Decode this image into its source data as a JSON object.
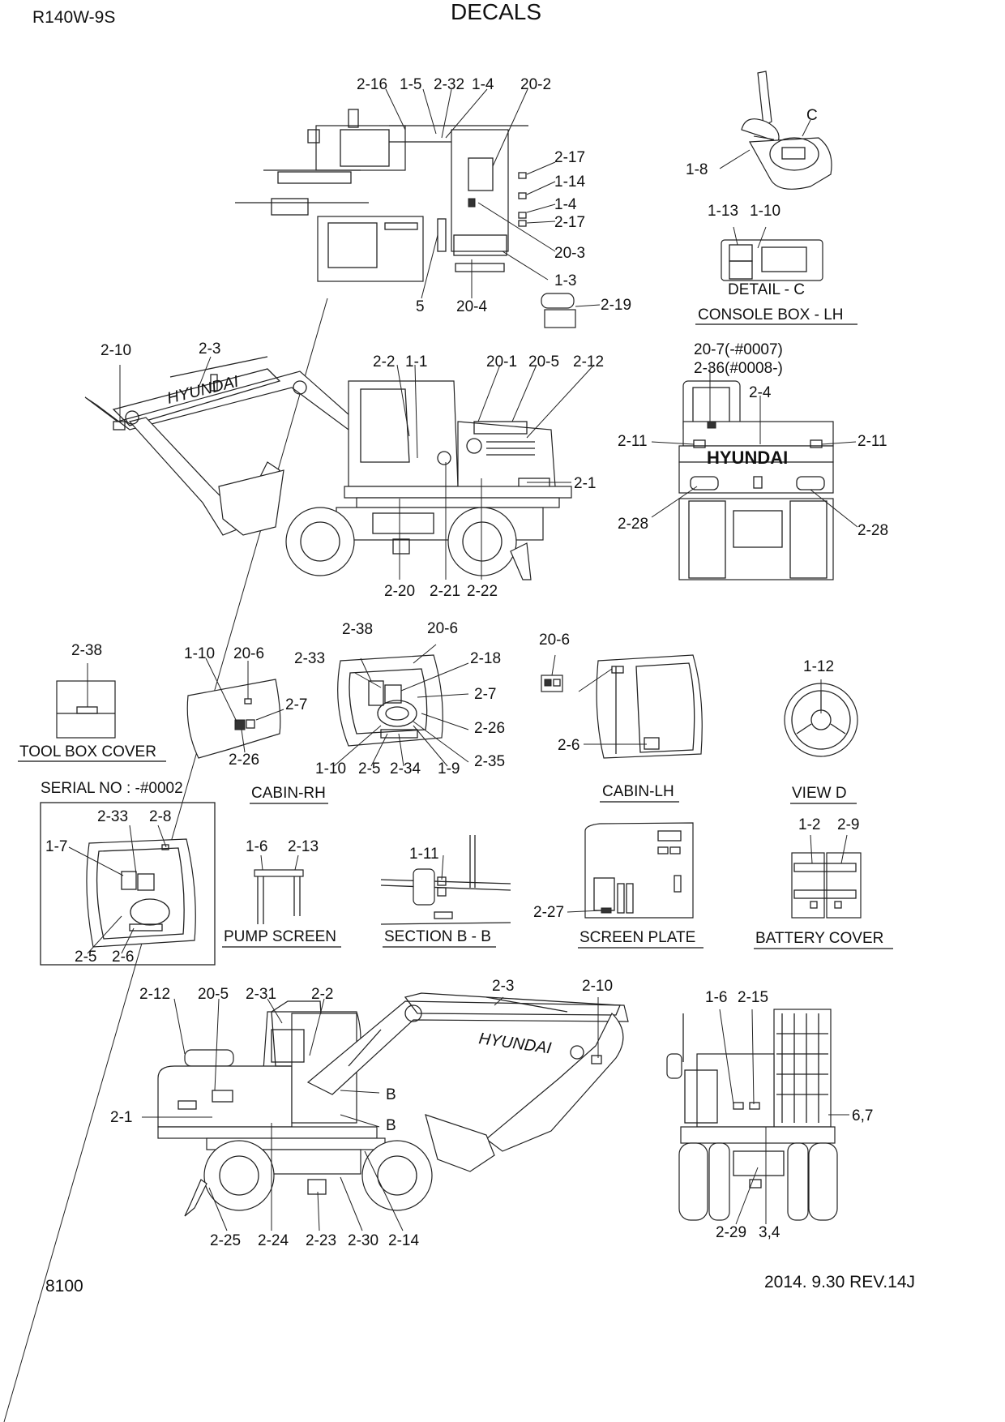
{
  "header": {
    "model": "R140W-9S",
    "title": "DECALS"
  },
  "footer": {
    "page": "8100",
    "date_rev": "2014. 9.30  REV.14J"
  },
  "brand": {
    "text": "HYUNDAI"
  },
  "serial_note": "SERIAL NO : -#0002",
  "annotations": {
    "c": "C",
    "b1": "B",
    "b2": "B"
  },
  "captions": {
    "detail_c": "DETAIL - C",
    "console_box": "CONSOLE BOX - LH",
    "tool_box": "TOOL BOX COVER",
    "cabin_rh": "CABIN-RH",
    "cabin_lh": "CABIN-LH",
    "view_d": "VIEW  D",
    "pump_screen": "PUMP SCREEN",
    "section_bb": "SECTION B - B",
    "screen_plate": "SCREEN PLATE",
    "battery_cover": "BATTERY COVER"
  },
  "labels": {
    "top": [
      "2-16",
      "1-5",
      "2-32",
      "1-4",
      "20-2",
      "2-17",
      "1-14",
      "1-4",
      "2-17",
      "20-3",
      "1-3",
      "5",
      "20-4",
      "2-19"
    ],
    "console": [
      "1-8",
      "1-13",
      "1-10"
    ],
    "side": [
      "2-10",
      "2-3",
      "2-2",
      "1-1",
      "20-1",
      "20-5",
      "2-12",
      "2-1",
      "2-20",
      "2-21",
      "2-22"
    ],
    "rear": [
      "20-7(-#0007)",
      "2-36(#0008-)",
      "2-4",
      "2-11",
      "2-11",
      "2-28",
      "2-28"
    ],
    "toolbox": [
      "2-38"
    ],
    "cabin_rh": [
      "1-10",
      "20-6",
      "2-7",
      "2-26"
    ],
    "cab_inside": [
      "2-38",
      "20-6",
      "2-33",
      "2-18",
      "2-7",
      "2-26",
      "2-35",
      "1-10",
      "2-5",
      "2-34",
      "1-9"
    ],
    "cabin_lh": [
      "20-6",
      "2-6"
    ],
    "view_d": [
      "1-12"
    ],
    "serial_box": [
      "2-33",
      "2-8",
      "1-7",
      "2-5",
      "2-6"
    ],
    "pump": [
      "1-6",
      "2-13"
    ],
    "section": [
      "1-11"
    ],
    "screen_plate": [
      "2-27"
    ],
    "battery": [
      "1-2",
      "2-9"
    ],
    "left": [
      "2-12",
      "20-5",
      "2-31",
      "2-2",
      "2-3",
      "2-10",
      "2-1",
      "2-25",
      "2-24",
      "2-23",
      "2-30",
      "2-14"
    ],
    "front": [
      "1-6",
      "2-15",
      "6,7",
      "2-29",
      "3,4"
    ]
  }
}
